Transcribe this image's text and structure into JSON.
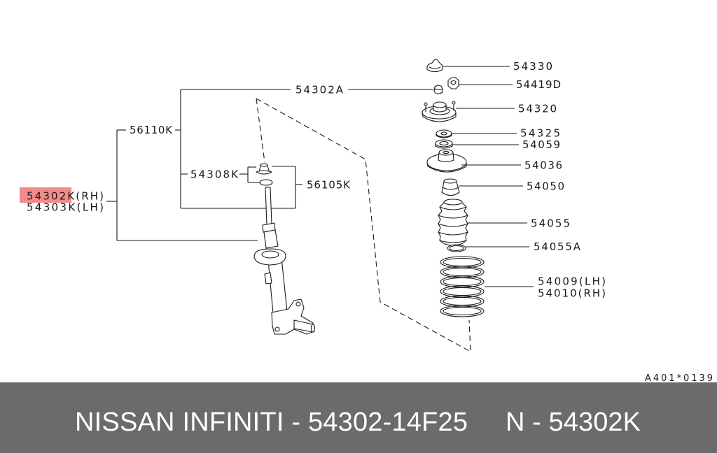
{
  "diagram": {
    "callouts": {
      "c54302k_rh": "54302K(RH)",
      "c54303k_lh": "54303K(LH)",
      "c56110k": "56110K",
      "c54302a": "54302A",
      "c54308k": "54308K",
      "c56105k": "56105K",
      "c54330": "54330",
      "c54419d": "54419D",
      "c54320": "54320",
      "c54325": "54325",
      "c54059": "54059",
      "c54036": "54036",
      "c54050": "54050",
      "c54055": "54055",
      "c54055a": "54055A",
      "c54009_lh": "54009(LH)",
      "c54010_rh": "54010(RH)"
    },
    "figure_code": "A401*0139"
  },
  "banner": {
    "brand_part": "NISSAN INFINITI - 54302-14F25",
    "catalog_part": "N - 54302K"
  },
  "colors": {
    "highlight": "#f38a8a",
    "banner": "#6b6b6b",
    "banner_text": "#ffffff",
    "ink": "#1a1a1a"
  }
}
